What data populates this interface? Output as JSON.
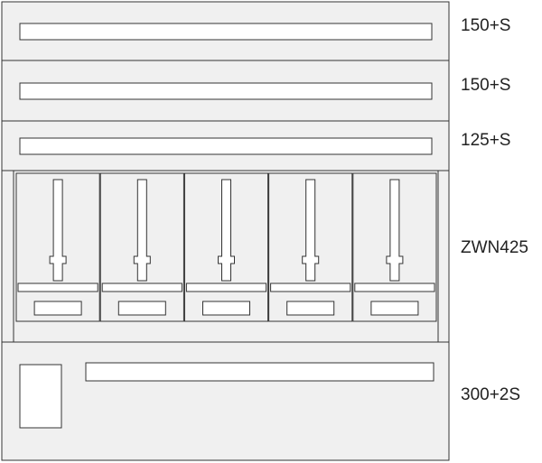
{
  "colors": {
    "stroke": "#333333",
    "panel_fill": "#f0f0f0",
    "slot_fill": "#ffffff",
    "label_text": "#222222"
  },
  "rows": [
    {
      "label": "150+S",
      "kind": "rail"
    },
    {
      "label": "150+S",
      "kind": "rail"
    },
    {
      "label": "125+S",
      "kind": "rail"
    },
    {
      "label": "ZWN425",
      "kind": "meter_bay",
      "meter_count": 5
    },
    {
      "label": "300+2S",
      "kind": "rail_with_box"
    }
  ]
}
